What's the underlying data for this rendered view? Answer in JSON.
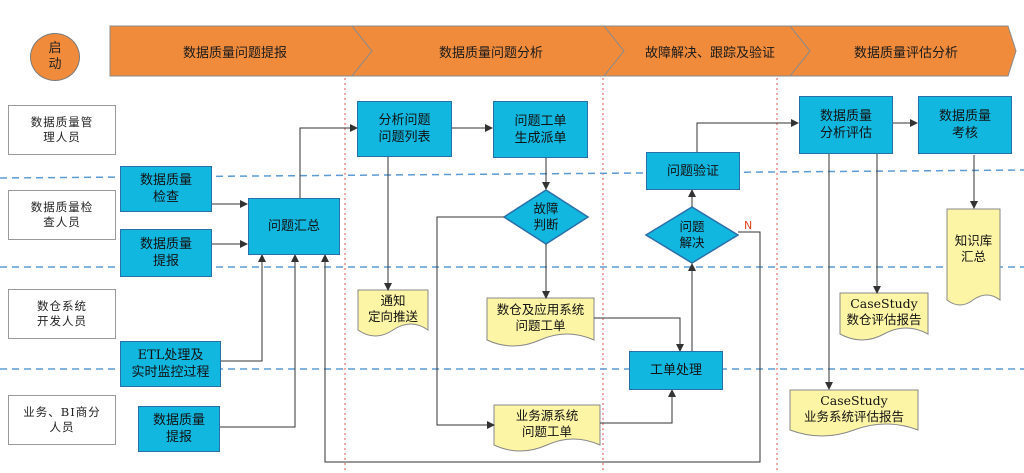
{
  "stages": {
    "start": "启\n动",
    "items": [
      "数据质量问题提报",
      "数据质量问题分析",
      "故障解决、跟踪及验证",
      "数据质量评估分析"
    ]
  },
  "roles": [
    "数据质量管\n理人员",
    "数据质量检\n查人员",
    "数仓系统\n开发人员",
    "",
    "业务、BI商分\n人员"
  ],
  "nodes": {
    "check": "数据质量\n检查",
    "report": "数据质量\n提报",
    "etl": "ETL处理及\n实时监控过程",
    "bi_report": "数据质量\n提报",
    "summary": "问题汇总",
    "analysis_list": "分析问题\n问题列表",
    "ticket_gen": "问题工单\n生成派单",
    "fault_judge": "故障\n判断",
    "notify": "通知\n定向推送",
    "dw_ticket": "数仓及应用系统\n问题工单",
    "src_ticket": "业务源系统\n问题工单",
    "verify": "问题验证",
    "resolved": "问题\n解决",
    "process": "工单处理",
    "quality_eval": "数据质量\n分析评估",
    "quality_check": "数据质量\n考核",
    "knowledge": "知识库\n汇总",
    "case_dw": "CaseStudy\n数仓评估报告",
    "case_biz": "CaseStudy\n业务系统评估报告",
    "no_label": "N"
  },
  "colors": {
    "stage_fill": "#f08b3c",
    "box_fill": "#12b7e0",
    "doc_fill": "#fdf5a6",
    "lane_line": "#5b9bd5",
    "phase_line": "#e05050",
    "no_label": "#e0441c"
  }
}
